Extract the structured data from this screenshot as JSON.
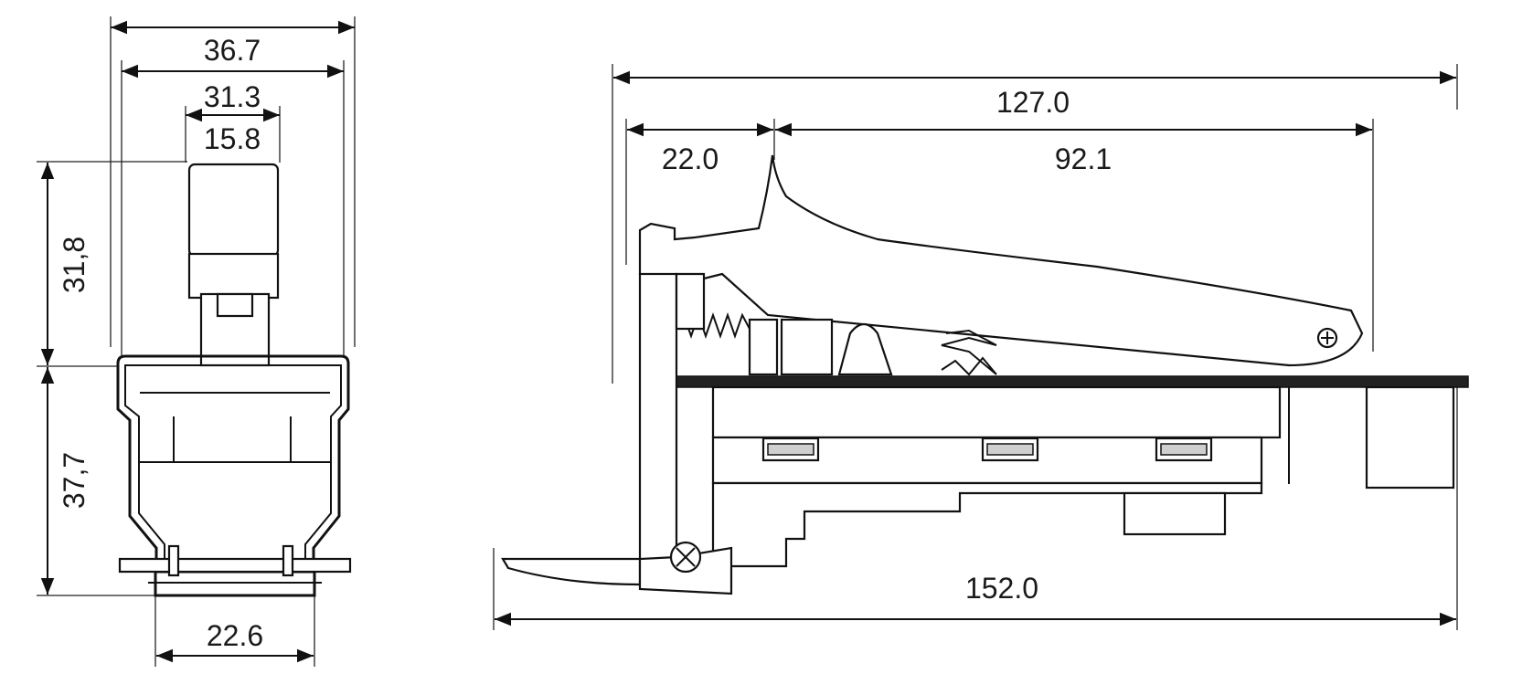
{
  "front_view": {
    "width_overall": "36.7",
    "width_housing": "31.3",
    "width_trigger": "15.8",
    "height_trigger": "31,8",
    "height_housing": "37,7",
    "width_base": "22.6"
  },
  "side_view": {
    "length_trigger_span": "127.0",
    "length_trigger_front": "22.0",
    "length_trigger_body": "92.1",
    "length_overall": "152.0"
  }
}
